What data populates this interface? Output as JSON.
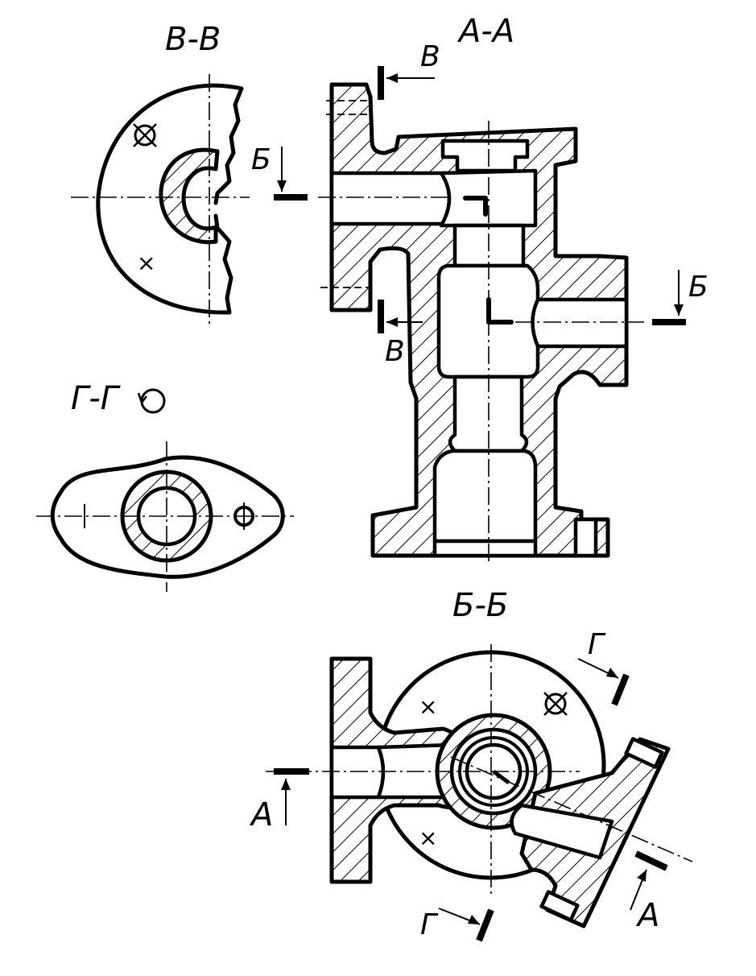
{
  "views": {
    "aa": {
      "title": "А-А"
    },
    "vv": {
      "title": "В-В"
    },
    "gg": {
      "title": "Г-Г",
      "rotation_symbol": "O"
    },
    "bb": {
      "title": "Б-Б"
    }
  },
  "cut_marks": {
    "v_top": "В",
    "v_bottom": "В",
    "b_left": "Б",
    "b_right": "Б",
    "a_left": "А",
    "a_right": "А",
    "g_top": "Г",
    "g_bottom": "Г"
  },
  "symbols": {
    "cross": "×",
    "hole_marker": "⊗"
  }
}
